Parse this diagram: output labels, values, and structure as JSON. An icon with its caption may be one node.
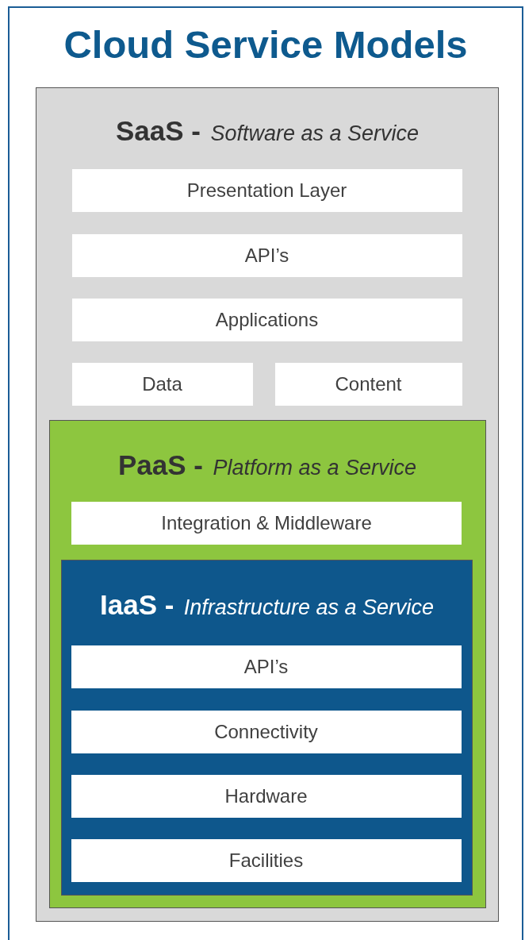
{
  "diagram": {
    "title": "Cloud Service Models",
    "nodes": [
      {
        "text": [
          "**SaaS -** *Software as a Service*"
        ]
      },
      {
        "text": [
          "Presentation Layer"
        ],
        "in": 0
      },
      {
        "text": [
          "API’s"
        ],
        "in": 0
      },
      {
        "text": [
          "Applications"
        ],
        "in": 0
      },
      {
        "text": [
          "Data"
        ],
        "in": 0
      },
      {
        "text": [
          "Content"
        ],
        "in": 0
      },
      {
        "text": [
          "**PaaS -** *Platform as a Service*"
        ],
        "in": 0
      },
      {
        "text": [
          "Integration & Middleware"
        ],
        "in": 6
      },
      {
        "text": [
          "**IaaS -** *Infrastructure as a Service*"
        ],
        "in": 6
      },
      {
        "text": [
          "API’s"
        ],
        "in": 8
      },
      {
        "text": [
          "Connectivity"
        ],
        "in": 8
      },
      {
        "text": [
          "Hardware"
        ],
        "in": 8
      },
      {
        "text": [
          "Facilities"
        ],
        "in": 8
      }
    ]
  }
}
